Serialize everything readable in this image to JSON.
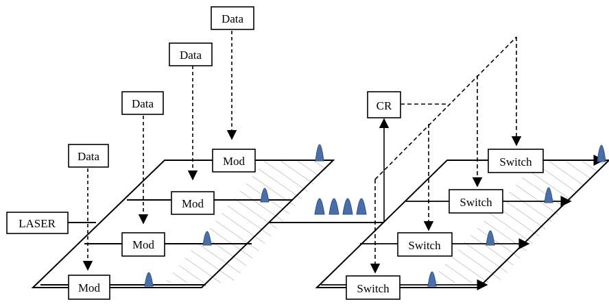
{
  "colors": {
    "line": "#000000",
    "pulse_fill": "#4a6fa8",
    "pulse_stroke": "#2f4f80",
    "hatch": "#9a9a9a",
    "box_fill": "#ffffff"
  },
  "diagram": {
    "laser_label": "LASER",
    "data_boxes": [
      {
        "label": "Data"
      },
      {
        "label": "Data"
      },
      {
        "label": "Data"
      },
      {
        "label": "Data"
      }
    ],
    "mod_boxes": [
      {
        "label": "Mod"
      },
      {
        "label": "Mod"
      },
      {
        "label": "Mod"
      },
      {
        "label": "Mod"
      }
    ],
    "cr_label": "CR",
    "switch_boxes": [
      {
        "label": "Switch"
      },
      {
        "label": "Switch"
      },
      {
        "label": "Switch"
      },
      {
        "label": "Switch"
      }
    ],
    "pulse_icon": "triangular-pulse-icon",
    "interleaved_pulse_count": 4
  }
}
